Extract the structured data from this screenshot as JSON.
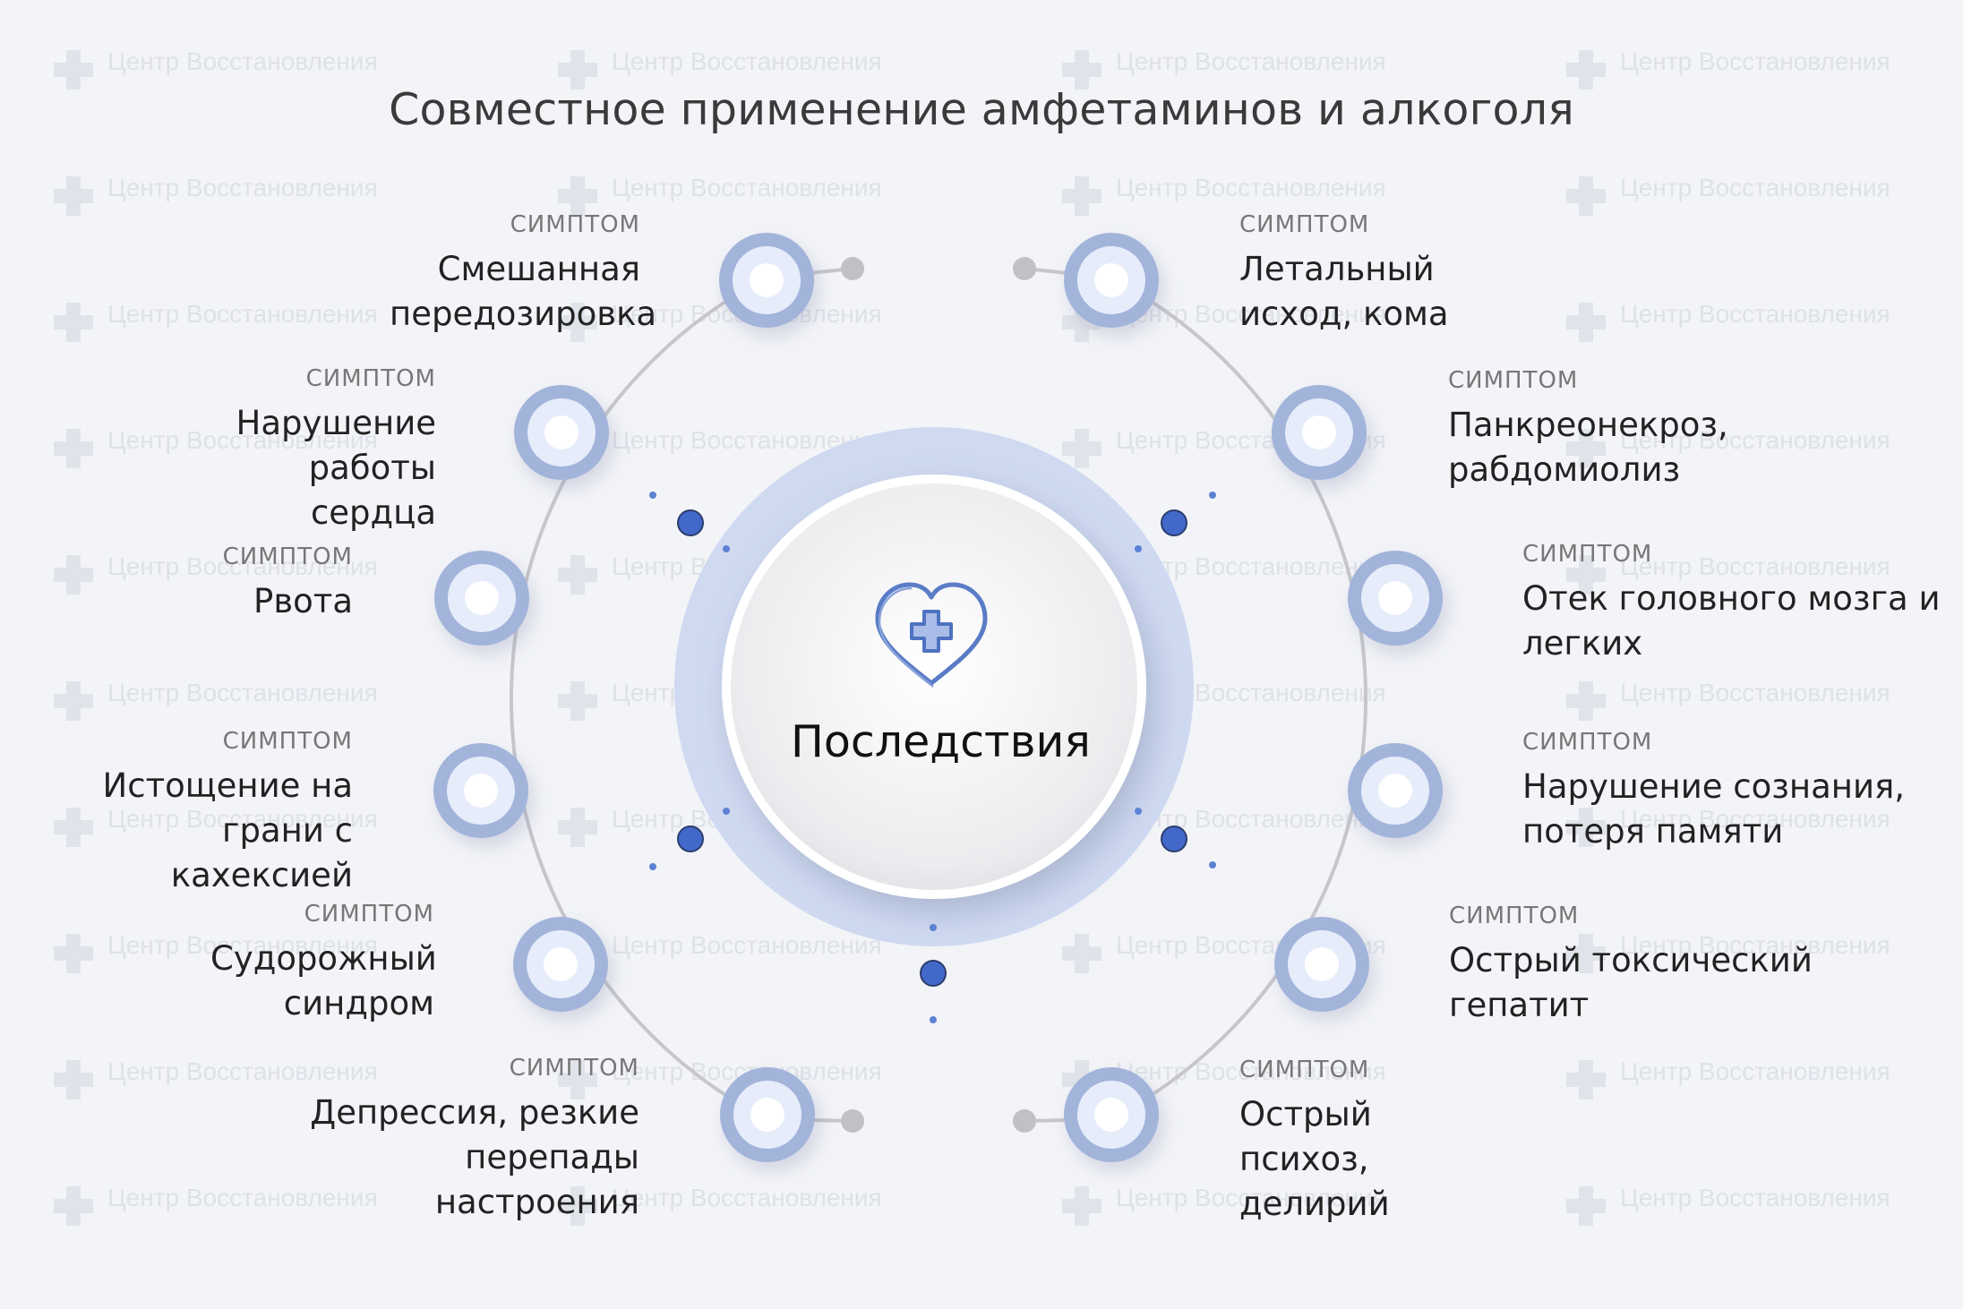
{
  "title": "Совместное применение амфетаминов и алкоголя",
  "center": {
    "label": "Последствия",
    "icon": "heart-cross-icon"
  },
  "tag_label": "СИМПТОМ",
  "watermark": "Центр Восстановления",
  "colors": {
    "node_ring": "#9fb2da",
    "node_core": "#ffffff",
    "accent_dot": "#3f6fcf",
    "line": "#c3c3c8",
    "halo": "#cfdaf1"
  },
  "symptoms_left": [
    {
      "text": "Смешанная передозировка"
    },
    {
      "text": "Нарушение работы сердца"
    },
    {
      "text": "Рвота"
    },
    {
      "text": "Истощение на грани с кахексией"
    },
    {
      "text": "Судорожный синдром"
    },
    {
      "text": "Депрессия, резкие перепады настроения"
    }
  ],
  "symptoms_right": [
    {
      "text": "Летальный исход, кома"
    },
    {
      "text": "Панкреонекроз, рабдомиолиз"
    },
    {
      "text": "Отек головного мозга и легких"
    },
    {
      "text": "Нарушение сознания, потеря памяти"
    },
    {
      "text": "Острый токсический гепатит"
    },
    {
      "text": "Острый психоз, делирий"
    }
  ]
}
